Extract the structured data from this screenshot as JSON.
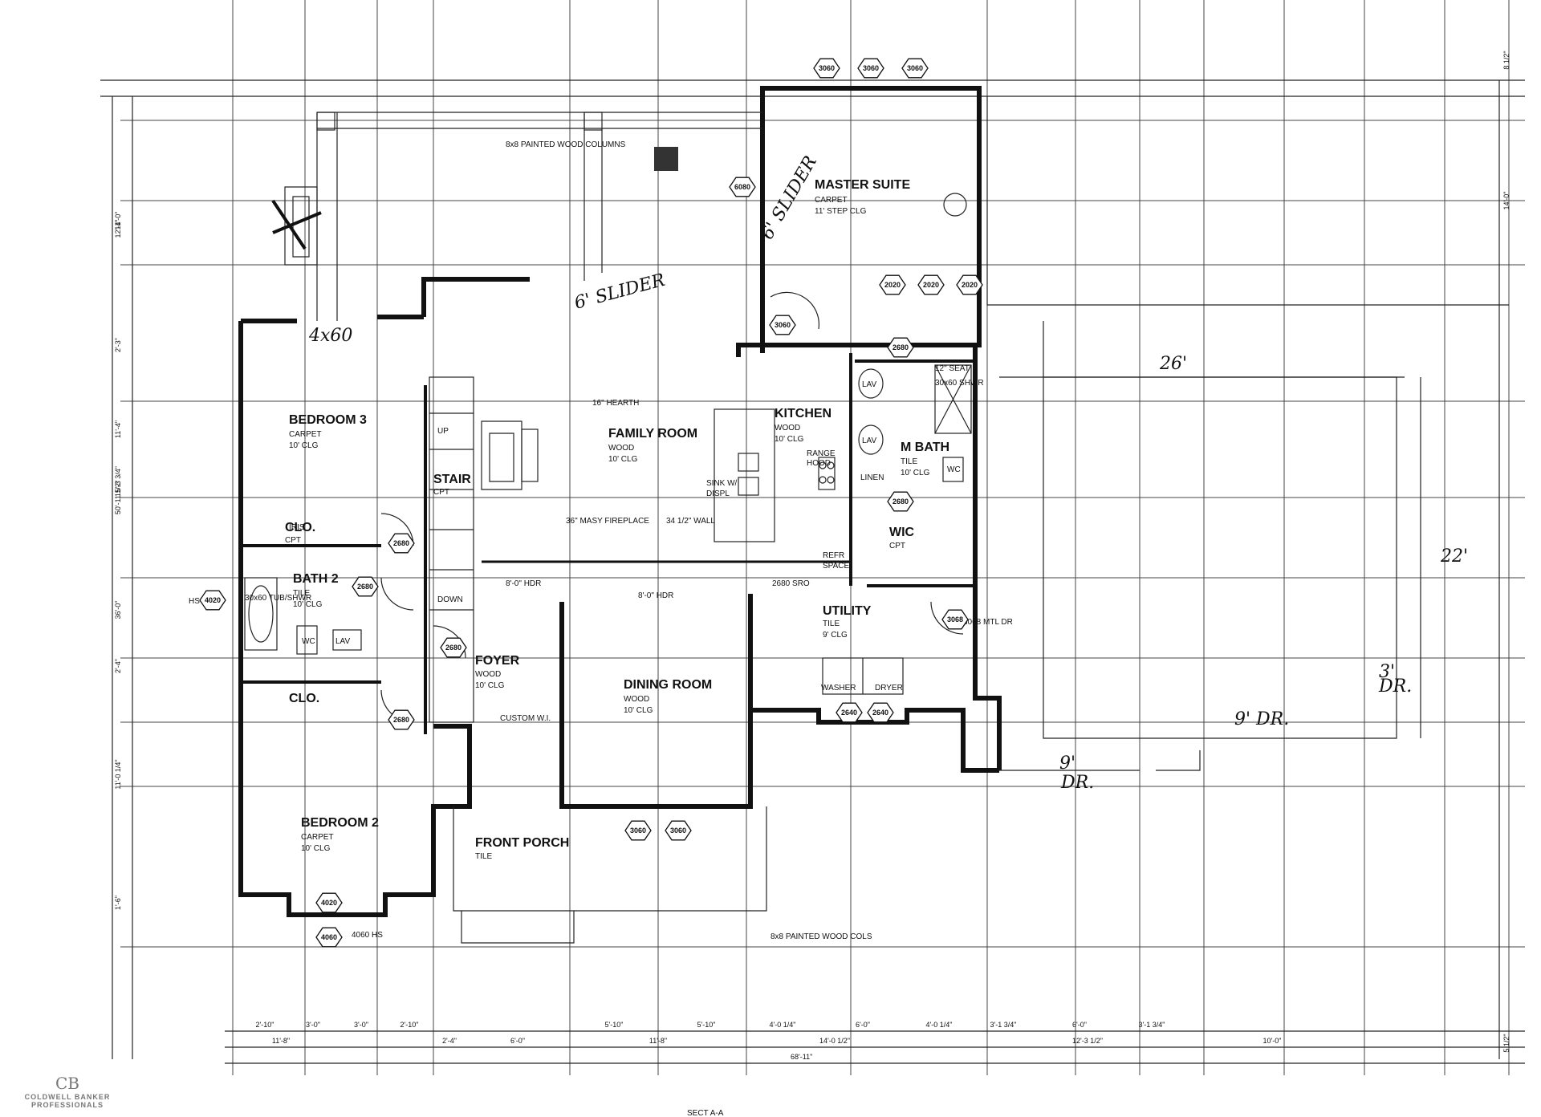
{
  "rooms": {
    "master_suite": {
      "name": "MASTER SUITE",
      "l1": "CARPET",
      "l2": "11' STEP CLG"
    },
    "family_room": {
      "name": "FAMILY ROOM",
      "l1": "WOOD",
      "l2": "10' CLG"
    },
    "kitchen": {
      "name": "KITCHEN",
      "l1": "WOOD",
      "l2": "10' CLG"
    },
    "bedroom3": {
      "name": "BEDROOM 3",
      "l1": "CARPET",
      "l2": "10' CLG"
    },
    "bedroom2": {
      "name": "BEDROOM 2",
      "l1": "CARPET",
      "l2": "10' CLG"
    },
    "bath2": {
      "name": "BATH 2",
      "l1": "TILE",
      "l2": "10' CLG"
    },
    "m_bath": {
      "name": "M BATH",
      "l1": "TILE",
      "l2": "10' CLG"
    },
    "wic": {
      "name": "WIC",
      "l1": "CPT"
    },
    "stair": {
      "name": "STAIR",
      "l1": "CPT"
    },
    "dining_room": {
      "name": "DINING ROOM",
      "l1": "WOOD",
      "l2": "10' CLG"
    },
    "foyer": {
      "name": "FOYER",
      "l1": "WOOD",
      "l2": "10' CLG"
    },
    "utility": {
      "name": "UTILITY",
      "l1": "TILE",
      "l2": "9' CLG"
    },
    "front_porch": {
      "name": "FRONT PORCH",
      "l1": "TILE"
    },
    "clo_upper": {
      "name": "CLO.",
      "l1": "CPT"
    },
    "clo_lower": {
      "name": "CLO."
    }
  },
  "notes": {
    "columns_top": "8x8 PAINTED WOOD COLUMNS",
    "columns_bottom": "8x8 PAINTED WOOD COLS",
    "hearth": "16\" HEARTH",
    "fireplace": "36\" MASY FIREPLACE",
    "wall": "34 1/2\" WALL",
    "sink": "SINK W/",
    "dispo": "DISPL",
    "range": "RANGE",
    "hood": "HOOD",
    "refr": "REFR",
    "space": "SPACE",
    "washer": "WASHER",
    "dryer": "DRYER",
    "linen": "LINEN",
    "lav": "LAV",
    "wc": "WC",
    "seat": "12\" SEAT",
    "shwr": "30x60 SHWR",
    "tub": "30x60 TUB/SHWR",
    "custom": "CUSTOM W.I.",
    "hdr1": "8'-0\" HDR",
    "hdr2": "8'-0\" HDR",
    "sro": "2680 SRO",
    "mtl_dr": "3068 MTL DR",
    "fixed_hs": "4060 HS",
    "hs_left": "HS",
    "sect": "SECT A-A",
    "ris": "IRIS",
    "up": "UP",
    "down": "DOWN"
  },
  "hand_notes": {
    "slider_a": "6' SLIDER",
    "slider_b": "6' SLIDER",
    "window": "4x60",
    "garage_w": "26'",
    "garage_d": "22'",
    "door9a": "9'",
    "door9a_b": "DR.",
    "door9b": "9' DR.",
    "door3": "3'",
    "door3_b": "DR."
  },
  "window_tags": [
    "3060",
    "3060",
    "3060",
    "6080",
    "3060",
    "2680",
    "2680",
    "2680",
    "2680",
    "2680",
    "2680",
    "3068",
    "2640",
    "2640",
    "3060",
    "3060",
    "4020",
    "4020",
    "4060",
    "2020",
    "2020",
    "2020"
  ],
  "dims_bottom_1": [
    "2'-10\"",
    "3'-0\"",
    "3'-0\"",
    "2'-10\"",
    "5'-10\"",
    "5'-10\"",
    "4'-0 1/4\"",
    "6'-0\"",
    "4'-0 1/4\"",
    "3'-1 3/4\"",
    "6'-0\"",
    "3'-1 3/4\""
  ],
  "dims_bottom_2": [
    "11'-8\"",
    "2'-4\"",
    "6'-0\"",
    "11'-8\"",
    "14'-0 1/2\"",
    "12'-3 1/2\"",
    "10'-0\""
  ],
  "dim_total": "68'-11\"",
  "dims_left": [
    "12'-1\"",
    "14'-0\"",
    "2'-3\"",
    "11'-4\"",
    "15'-3 3/4\"",
    "50'-11 1/2\"",
    "36'-0\"",
    "2'-4\"",
    "11'-0 1/4\"",
    "1'-6\""
  ],
  "dims_right": [
    "8 1/2\"",
    "14'-0\"",
    "5 1/2\""
  ],
  "logo": {
    "mark": "CB",
    "line1": "COLDWELL BANKER",
    "line2": "PROFESSIONALS"
  }
}
